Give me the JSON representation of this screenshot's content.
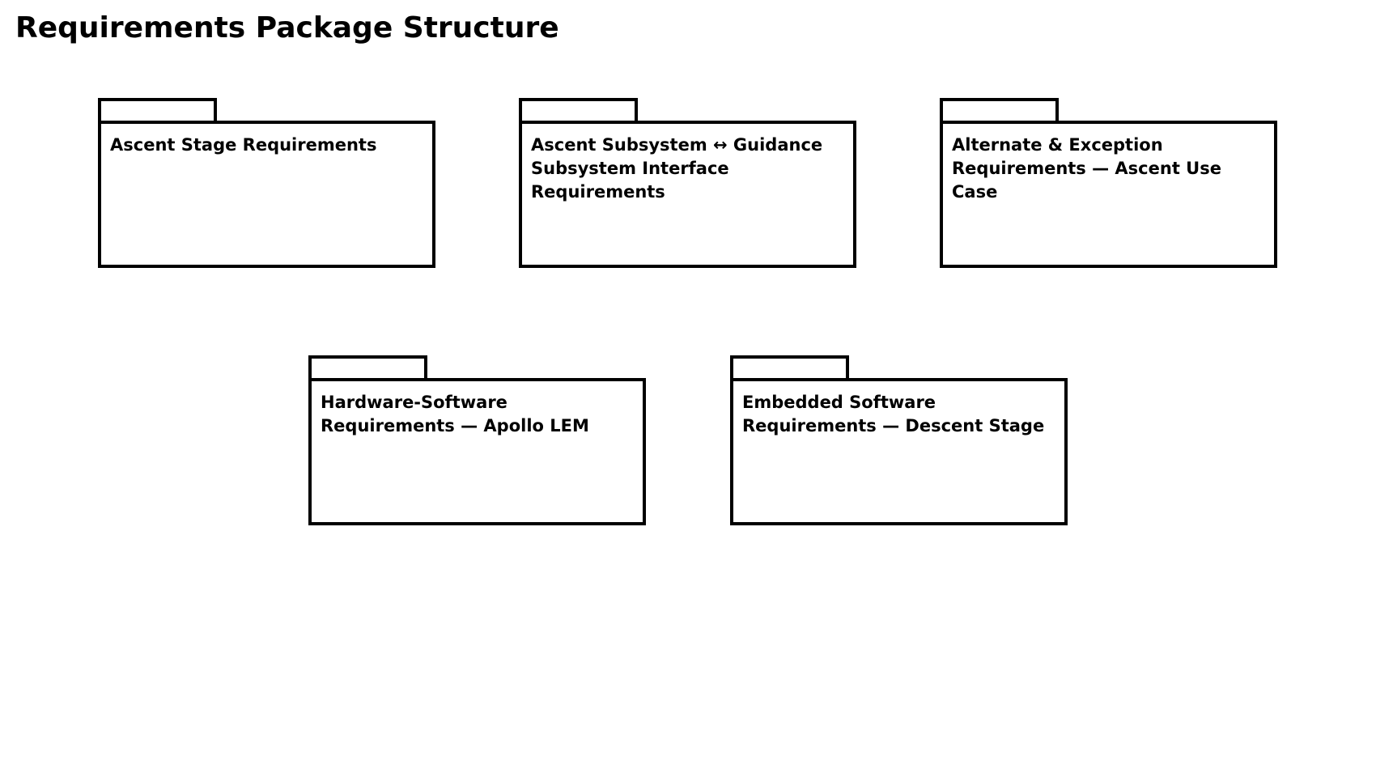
{
  "title": "Requirements Package Structure",
  "diagram": {
    "type": "uml-package-diagram",
    "packages": [
      {
        "id": "ascent-stage-requirements",
        "label": "Ascent Stage Requirements"
      },
      {
        "id": "ascent-guidance-interface-requirements",
        "label": "Ascent Subsystem ↔ Guidance\nSubsystem Interface\nRequirements"
      },
      {
        "id": "alternate-exception-requirements",
        "label": "Alternate & Exception\nRequirements — Ascent Use\nCase"
      },
      {
        "id": "hardware-software-requirements",
        "label": "Hardware-Software\nRequirements — Apollo LEM"
      },
      {
        "id": "embedded-software-requirements",
        "label": "Embedded Software\nRequirements — Descent Stage"
      }
    ]
  },
  "colors": {
    "background": "#ffffff",
    "line": "#000000",
    "text": "#000000"
  }
}
